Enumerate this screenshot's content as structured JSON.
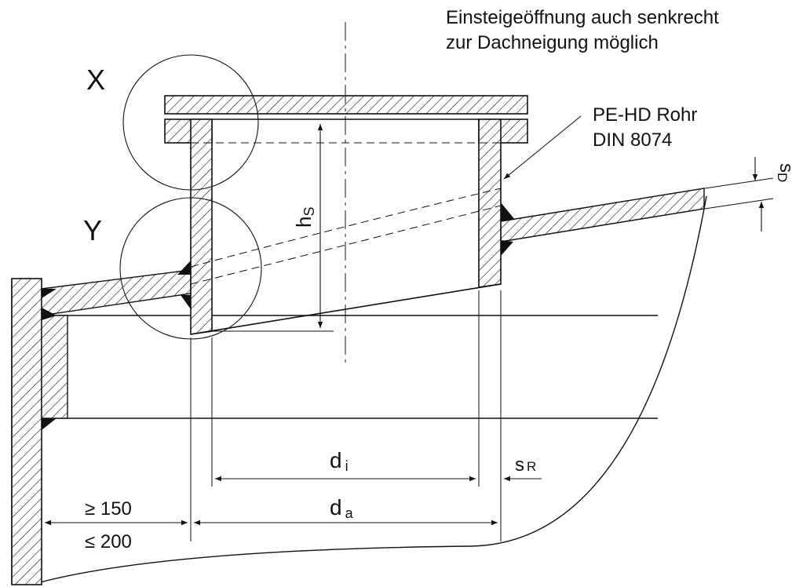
{
  "note": {
    "line1": "Einsteigeöffnung auch senkrecht",
    "line2": "zur Dachneigung möglich"
  },
  "detail_labels": {
    "x": "X",
    "y": "Y"
  },
  "pipe_label": {
    "line1": "PE-HD Rohr",
    "line2": "DIN 8074"
  },
  "dimensions": {
    "hs_main": "h",
    "hs_sub": "S",
    "sd_main": "s",
    "sd_sub": "D",
    "di_main": "d",
    "di_sub": "i",
    "da_main": "d",
    "da_sub": "a",
    "sr_main": "s",
    "sr_sub": "R",
    "edge_min": "≥ 150",
    "edge_max": "≤ 200"
  }
}
